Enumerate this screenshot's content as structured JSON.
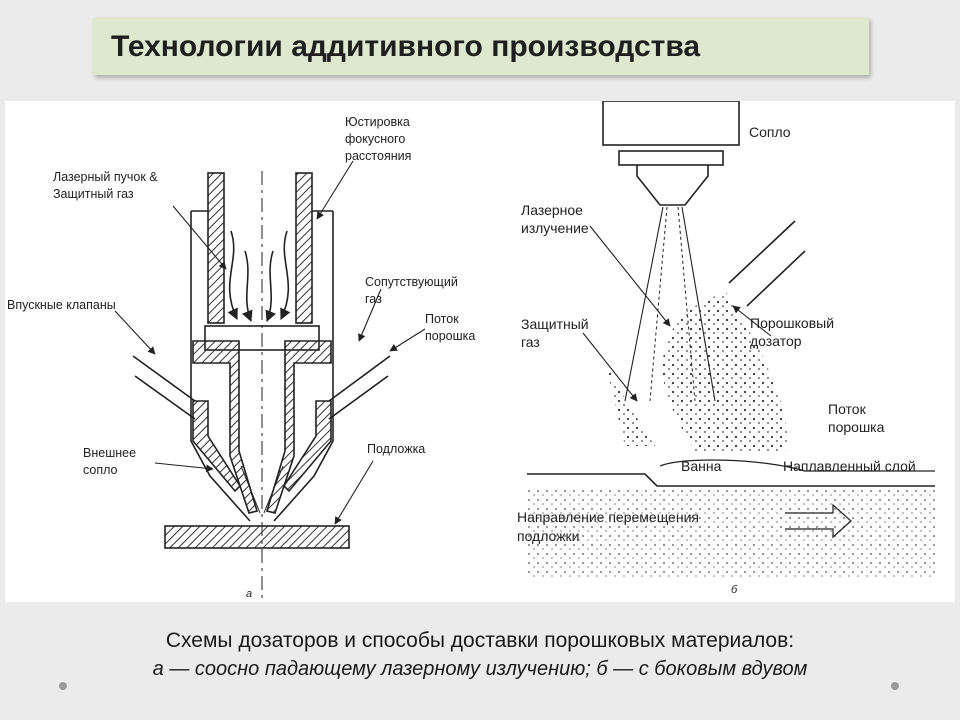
{
  "title": "Технологии аддитивного производства",
  "diagram_a": {
    "label": "а",
    "yustirovka": [
      "Юстировка",
      "фокусного",
      "расстояния"
    ],
    "laser_beam": [
      "Лазерный пучок &",
      "Защитный газ"
    ],
    "accompanying_gas": [
      "Сопутствующий",
      "газ"
    ],
    "inlet_valves": "Впускные клапаны",
    "powder_flow": [
      "Поток",
      "порошка"
    ],
    "outer_nozzle": [
      "Внешнее",
      "сопло"
    ],
    "substrate": "Подложка"
  },
  "diagram_b": {
    "label": "б",
    "nozzle": "Сопло",
    "laser_radiation": [
      "Лазерное",
      "излучение"
    ],
    "shield_gas": [
      "Защитный",
      "газ"
    ],
    "powder_feeder": [
      "Порошковый",
      "дозатор"
    ],
    "powder_flow": [
      "Поток",
      "порошка"
    ],
    "bath": "Ванна",
    "cladded_layer": "Наплавленный слой",
    "direction": [
      "Направление перемещения",
      "подложки"
    ]
  },
  "caption": {
    "line1": "Схемы дозаторов и способы доставки порошковых материалов:",
    "line2": "а — соосно падающему лазерному излучению; б — с боковым вдувом"
  }
}
